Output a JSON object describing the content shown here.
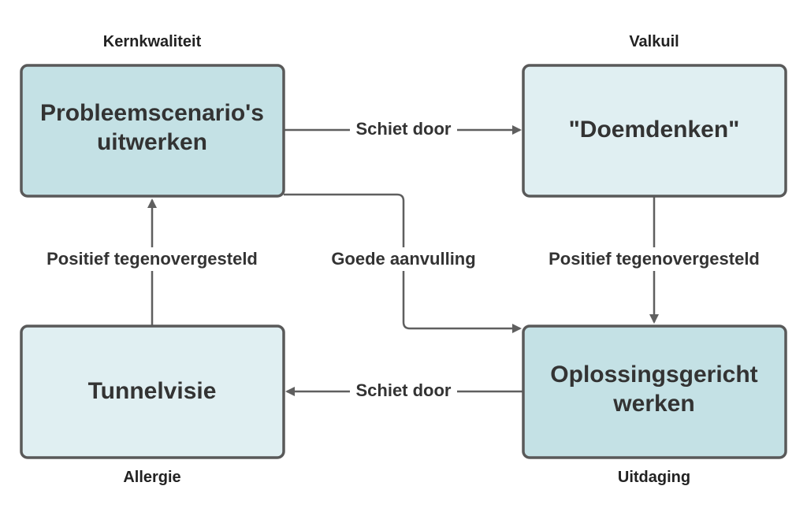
{
  "quadrants": {
    "kernkwaliteit": {
      "heading": "Kernkwaliteit",
      "lines": [
        "Probleemscenario's",
        "uitwerken"
      ],
      "fill": "#c4e1e5"
    },
    "valkuil": {
      "heading": "Valkuil",
      "lines": [
        "\"Doemdenken\""
      ],
      "fill": "#e0eff2"
    },
    "allergie": {
      "heading": "Allergie",
      "lines": [
        "Tunnelvisie"
      ],
      "fill": "#e0eff2"
    },
    "uitdaging": {
      "heading": "Uitdaging",
      "lines": [
        "Oplossingsgericht",
        "werken"
      ],
      "fill": "#c4e1e5"
    }
  },
  "edges": {
    "kern_to_valkuil": "Schiet door",
    "uitdaging_to_allergie": "Schiet door",
    "kern_to_uitdaging": "Goede aanvulling",
    "valkuil_to_uitdaging": "Positief tegenovergesteld",
    "allergie_to_kern": "Positief tegenovergesteld"
  },
  "colors": {
    "stroke": "#595959",
    "arrow": "#5f5f5f",
    "text": "#333333"
  }
}
